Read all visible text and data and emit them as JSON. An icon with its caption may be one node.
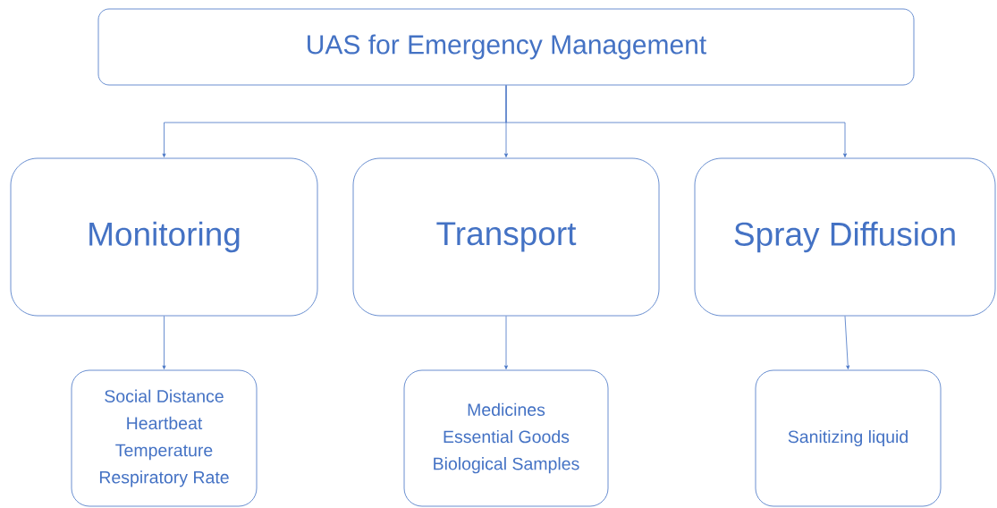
{
  "diagram": {
    "nodes": [
      {
        "text": [
          "UAS for Emergency Management"
        ]
      },
      {
        "text": [
          "Monitoring"
        ]
      },
      {
        "text": [
          "Transport"
        ]
      },
      {
        "text": [
          "Spray Diffusion"
        ]
      },
      {
        "text": [
          "Social Distance",
          "Heartbeat",
          "Temperature",
          "Respiratory Rate"
        ]
      },
      {
        "text": [
          "Medicines",
          "Essential Goods",
          "Biological Samples"
        ]
      },
      {
        "text": [
          "Sanitizing liquid"
        ]
      }
    ],
    "edges": [
      {
        "from": 0,
        "to": 1,
        "arrow": "to"
      },
      {
        "from": 0,
        "to": 2,
        "arrow": "to"
      },
      {
        "from": 0,
        "to": 3,
        "arrow": "to"
      },
      {
        "from": 1,
        "to": 4,
        "arrow": "to"
      },
      {
        "from": 2,
        "to": 5,
        "arrow": "to"
      },
      {
        "from": 3,
        "to": 6,
        "arrow": "to"
      }
    ]
  }
}
